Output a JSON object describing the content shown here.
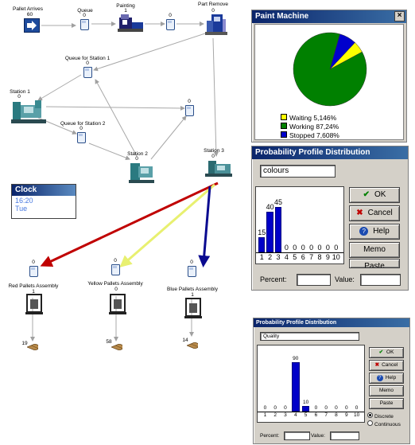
{
  "flow": {
    "pallet_arrives": {
      "label": "Pallet Arrives",
      "count": "60"
    },
    "queue_top": {
      "label": "Queue",
      "count": "0"
    },
    "painting": {
      "label": "Painting",
      "count": "1"
    },
    "queue_mid": {
      "count": "0"
    },
    "part_remove": {
      "label": "Part Remove",
      "count": "0"
    },
    "queue_station1": {
      "label": "Queue for Station 1",
      "count": "0"
    },
    "station1": {
      "label": "Station 1",
      "count": "0"
    },
    "queue_station2": {
      "label": "Queue for Station 2",
      "count": "0"
    },
    "station2": {
      "label": "Station 2",
      "count": "0"
    },
    "queue_right": {
      "count": "0"
    },
    "station3": {
      "label": "Station 3",
      "count": "0"
    },
    "red_queue": {
      "count": "0"
    },
    "yellow_queue": {
      "count": "0"
    },
    "blue_queue": {
      "count": "0"
    },
    "red_assembly": {
      "label": "Red Pallets Assembly",
      "count": "1"
    },
    "yellow_assembly": {
      "label": "Yellow Pallets Assembly",
      "count": "0"
    },
    "blue_assembly": {
      "label": "Blue Pallets Assembly",
      "count": "1"
    },
    "red_output": {
      "count": "19"
    },
    "yellow_output": {
      "count": "58"
    },
    "blue_output": {
      "count": "14"
    },
    "colors": {
      "red": "#c00000",
      "yellow": "#e8f070",
      "blue": "#0a0a90"
    }
  },
  "clock": {
    "title": "Clock",
    "time": "16:20",
    "day": "Tue"
  },
  "paint_machine": {
    "title": "Paint Machine",
    "close_label": "×",
    "legend": [
      {
        "label": "Waiting 5,146%",
        "color": "#ffff00"
      },
      {
        "label": "Working 87,24%",
        "color": "#008000"
      },
      {
        "label": "Stopped 7,608%",
        "color": "#0000cc"
      }
    ]
  },
  "chart_data": [
    {
      "type": "pie",
      "labels": [
        "Waiting",
        "Working",
        "Stopped"
      ],
      "values": [
        5.146,
        87.24,
        7.608
      ],
      "colors": [
        "#ffff00",
        "#008000",
        "#0000cc"
      ]
    },
    {
      "type": "bar",
      "categories": [
        "1",
        "2",
        "3",
        "4",
        "5",
        "6",
        "7",
        "8",
        "9",
        "10"
      ],
      "values": [
        15,
        40,
        45,
        0,
        0,
        0,
        0,
        0,
        0,
        0
      ],
      "ylim": [
        0,
        45
      ]
    },
    {
      "type": "bar",
      "categories": [
        "1",
        "2",
        "3",
        "4",
        "5",
        "6",
        "7",
        "8",
        "9",
        "10"
      ],
      "values": [
        0,
        0,
        0,
        90,
        10,
        0,
        0,
        0,
        0,
        0
      ],
      "ylim": [
        0,
        90
      ]
    }
  ],
  "dialog1": {
    "title": "Probability Profile Distribution",
    "name_value": "colours",
    "ok": "OK",
    "cancel": "Cancel",
    "help": "Help",
    "memo": "Memo",
    "paste": "Paste",
    "percent_label": "Percent:",
    "value_label": "Value:"
  },
  "dialog2": {
    "title": "Probability Profile Distribution",
    "name_value": "Quality",
    "ok": "OK",
    "cancel": "Cancel",
    "help": "Help",
    "memo": "Memo",
    "paste": "Paste",
    "discrete": "Discrete",
    "continuous": "Continuous",
    "percent_label": "Percent:",
    "value_label": "Value:"
  }
}
